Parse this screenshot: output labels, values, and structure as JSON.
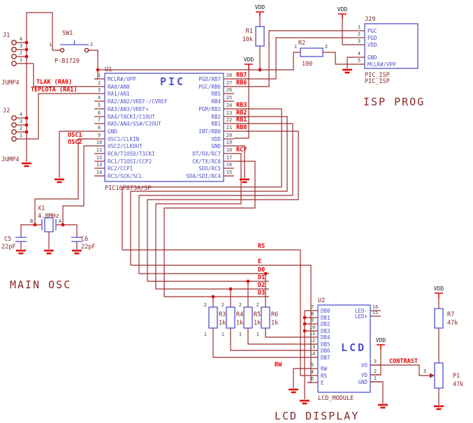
{
  "power": {
    "vdd": "VDD"
  },
  "titles": {
    "main_osc": "MAIN OSC",
    "isp_prog": "ISP PROG",
    "lcd_display": "LCD DISPLAY"
  },
  "nets": {
    "tlak": "TLAK (RA0)",
    "teplota": "TEPLOTA (RA1)",
    "osc1": "OSC1",
    "osc2": "OSC2",
    "rb7": "RB7",
    "rb6": "RB6",
    "rb3": "RB3",
    "rb2": "RB2",
    "rb1": "RB1",
    "rb0": "RB0",
    "rc7": "RC7",
    "rs": "RS",
    "e": "E",
    "d0": "D0",
    "d1": "D1",
    "d2": "D2",
    "d3": "D3",
    "rw": "RW",
    "contrast": "CONTRAST"
  },
  "j1": {
    "name": "J1",
    "value": "JUMP4",
    "pins": [
      "4",
      "3",
      "2",
      "1"
    ]
  },
  "j2": {
    "name": "J2",
    "value": "JUMP4",
    "pins": [
      "4",
      "3",
      "2",
      "1"
    ]
  },
  "sw1": {
    "name": "SW1",
    "value": "P-B1720",
    "pins": [
      "1",
      "2"
    ]
  },
  "r1": {
    "name": "R1",
    "value": "10k"
  },
  "r2": {
    "name": "R2",
    "value": "100",
    "pins": [
      "1",
      "2"
    ]
  },
  "j29": {
    "name": "J29",
    "value": "PIC_ISP",
    "value2": "PIC_ISP",
    "pins": [
      {
        "num": "1",
        "label": "PGC"
      },
      {
        "num": "2",
        "label": "PGD"
      },
      {
        "num": "3",
        "label": "VDD"
      },
      {
        "num": "4",
        "label": "GND"
      },
      {
        "num": "5",
        "label": "MCLR#/VPP"
      }
    ]
  },
  "u1": {
    "name": "U1",
    "device": "PIC",
    "value": "PIC16F873A/SP",
    "left_pins": [
      {
        "num": "1",
        "label": "MCLR#/VPP"
      },
      {
        "num": "2",
        "label": "RA0/AN0"
      },
      {
        "num": "3",
        "label": "RA1/AN1"
      },
      {
        "num": "4",
        "label": "RA2/AN2/VREF-/CVREF"
      },
      {
        "num": "5",
        "label": "RA3/AN3/VREF+"
      },
      {
        "num": "6",
        "label": "RA4/T0CKI/C1OUT"
      },
      {
        "num": "7",
        "label": "RA5/AN4/SS#/C2OUT"
      },
      {
        "num": "8",
        "label": "GND"
      },
      {
        "num": "9",
        "label": "OSC1/CLKIN"
      },
      {
        "num": "10",
        "label": "OSC2/CLKOUT"
      },
      {
        "num": "11",
        "label": "RC0/T1OSO/T1CKI"
      },
      {
        "num": "12",
        "label": "RC1/T1OSI/CCP2"
      },
      {
        "num": "13",
        "label": "RC2/CCP1"
      },
      {
        "num": "14",
        "label": "RC3/SCK/SCL"
      }
    ],
    "right_pins": [
      {
        "num": "28",
        "label": "PGD/RB7"
      },
      {
        "num": "27",
        "label": "PGC/RB6"
      },
      {
        "num": "26",
        "label": "RB5"
      },
      {
        "num": "25",
        "label": "RB4"
      },
      {
        "num": "24",
        "label": "PGM/RB3"
      },
      {
        "num": "23",
        "label": "RB2"
      },
      {
        "num": "22",
        "label": "RB1"
      },
      {
        "num": "21",
        "label": "INT/RB0"
      },
      {
        "num": "20",
        "label": "VDD"
      },
      {
        "num": "19",
        "label": "GND"
      },
      {
        "num": "18",
        "label": "DT/RX/RC7"
      },
      {
        "num": "17",
        "label": "CK/TX/RC6"
      },
      {
        "num": "16",
        "label": "SDO/RC5"
      },
      {
        "num": "15",
        "label": "SDA/SDI/RC4"
      }
    ]
  },
  "x1": {
    "name": "X1",
    "value": "4.0MHz",
    "pin_b": "B",
    "pin_a": "A"
  },
  "c5": {
    "name": "C5",
    "value": "22pF"
  },
  "c6": {
    "name": "C6",
    "value": "22pF"
  },
  "r3": {
    "name": "R3",
    "value": "1k",
    "pins": [
      "2",
      "1"
    ]
  },
  "r4": {
    "name": "R4",
    "value": "1k",
    "pins": [
      "2",
      "1"
    ]
  },
  "r5": {
    "name": "R5",
    "value": "1k",
    "pins": [
      "2",
      "1"
    ]
  },
  "r6": {
    "name": "R6",
    "value": "1k",
    "pins": [
      "2",
      "1"
    ]
  },
  "u2": {
    "name": "U2",
    "device": "LCD",
    "value": "LCD_MODULE",
    "left_pins": [
      {
        "num": "7",
        "label": "DB0"
      },
      {
        "num": "8",
        "label": "DB1"
      },
      {
        "num": "9",
        "label": "DB2"
      },
      {
        "num": "10",
        "label": "DB3"
      },
      {
        "num": "11",
        "label": "DB4"
      },
      {
        "num": "12",
        "label": "DB5"
      },
      {
        "num": "13",
        "label": "DB6"
      },
      {
        "num": "14",
        "label": "DB7"
      },
      {
        "num": "5",
        "label": "RW"
      },
      {
        "num": "4",
        "label": "RS"
      },
      {
        "num": "6",
        "label": "E"
      }
    ],
    "right_pins": [
      {
        "num": "16",
        "label": "LED-"
      },
      {
        "num": "15",
        "label": "LED+"
      },
      {
        "num": "3",
        "label": "VO"
      },
      {
        "num": "2",
        "label": "VD"
      },
      {
        "num": "1",
        "label": "GND"
      }
    ]
  },
  "r7": {
    "name": "R7",
    "value": "47k"
  },
  "p1": {
    "name": "P1",
    "value": "47k",
    "wiper": "3"
  }
}
